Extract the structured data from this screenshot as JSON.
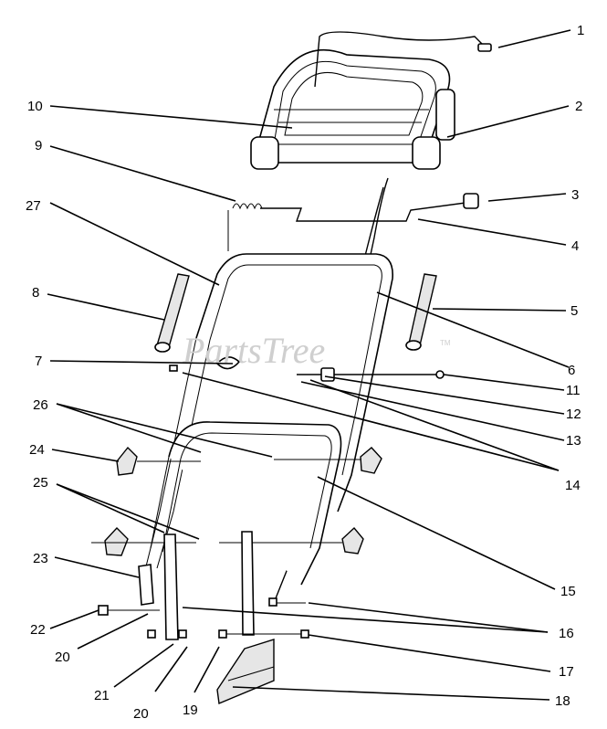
{
  "watermark": {
    "text": "PartsTree",
    "tm": "TM"
  },
  "callouts": {
    "n1": "1",
    "n2": "2",
    "n3": "3",
    "n4": "4",
    "n5": "5",
    "n6": "6",
    "n7": "7",
    "n8": "8",
    "n9": "9",
    "n10": "10",
    "n11": "11",
    "n12": "12",
    "n13": "13",
    "n14": "14",
    "n15": "15",
    "n16": "16",
    "n17": "17",
    "n18": "18",
    "n19": "19",
    "n20a": "20",
    "n20b": "20",
    "n21": "21",
    "n22": "22",
    "n23": "23",
    "n24": "24",
    "n25": "25",
    "n26": "26",
    "n27": "27"
  }
}
